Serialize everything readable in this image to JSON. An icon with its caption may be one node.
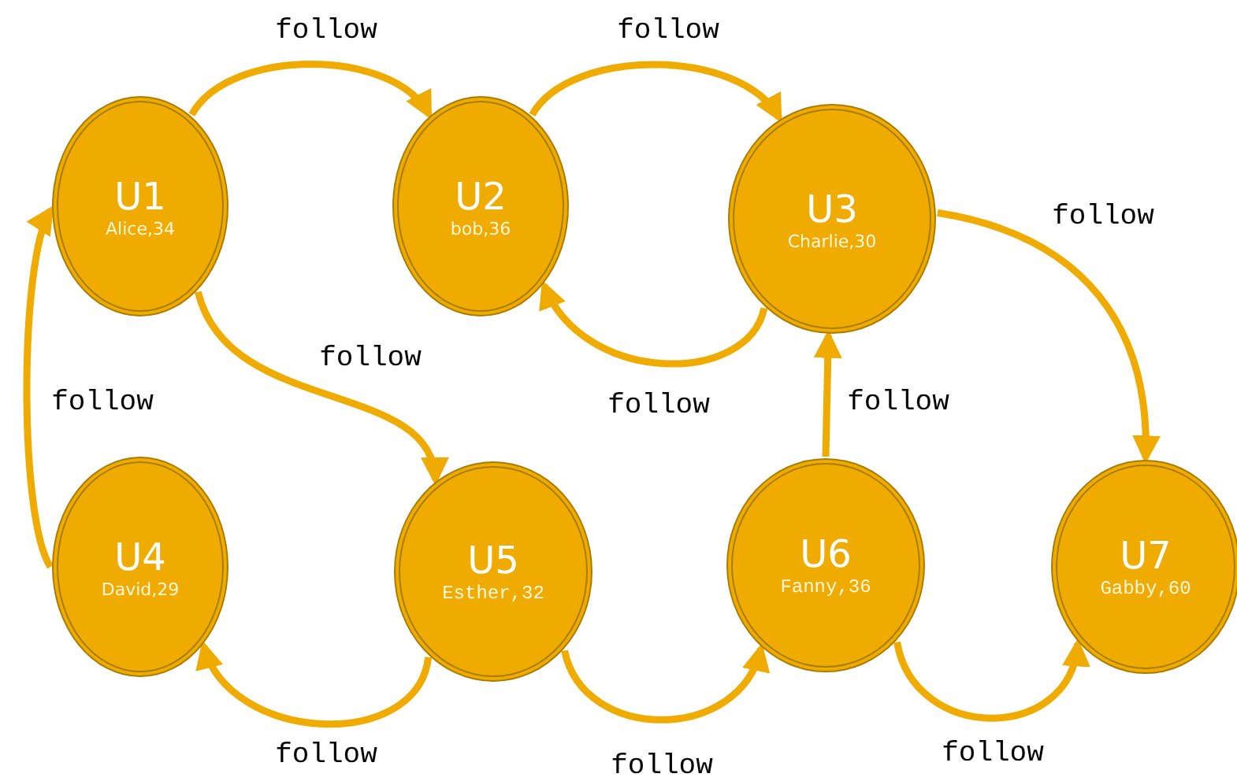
{
  "diagram": {
    "nodes": [
      {
        "text": [
          "U1",
          "Alice,34"
        ]
      },
      {
        "text": [
          "U2",
          "bob,36"
        ]
      },
      {
        "text": [
          "U3",
          "Charlie,30"
        ]
      },
      {
        "text": [
          "U4",
          "David,29"
        ]
      },
      {
        "text": [
          "U5",
          "Esther,32"
        ]
      },
      {
        "text": [
          "U6",
          "Fanny,36"
        ]
      },
      {
        "text": [
          "U7",
          "Gabby,60"
        ]
      }
    ],
    "edges": [
      {
        "from": 0,
        "to": 1,
        "arrow": "to",
        "label": "follow"
      },
      {
        "from": 1,
        "to": 2,
        "arrow": "to",
        "label": "follow"
      },
      {
        "from": 2,
        "to": 1,
        "arrow": "to",
        "label": "follow"
      },
      {
        "from": 2,
        "to": 6,
        "arrow": "to",
        "label": "follow"
      },
      {
        "from": 0,
        "to": 4,
        "arrow": "to",
        "label": "follow"
      },
      {
        "from": 3,
        "to": 0,
        "arrow": "to",
        "label": "follow"
      },
      {
        "from": 4,
        "to": 3,
        "arrow": "to",
        "label": "follow"
      },
      {
        "from": 4,
        "to": 5,
        "arrow": "to",
        "label": "follow"
      },
      {
        "from": 5,
        "to": 2,
        "arrow": "to",
        "label": "follow"
      },
      {
        "from": 5,
        "to": 6,
        "arrow": "to",
        "label": "follow"
      }
    ]
  }
}
